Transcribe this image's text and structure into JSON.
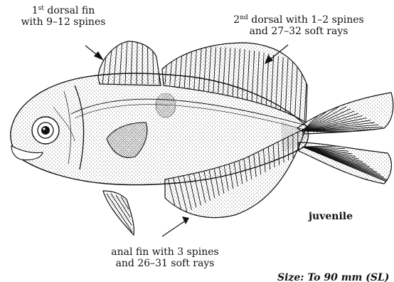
{
  "labels": {
    "first_dorsal": {
      "ordinal_num": "1",
      "ordinal_suffix": "st",
      "line1_rest": " dorsal fin",
      "line2": "with 9–12 spines"
    },
    "second_dorsal": {
      "ordinal_num": "2",
      "ordinal_suffix": "nd",
      "line1_rest": " dorsal with 1–2 spines",
      "line2": "and 27–32 soft rays"
    },
    "anal_fin": {
      "line1": "anal fin with 3 spines",
      "line2": "and 26–31 soft  rays"
    },
    "stage": "juvenile",
    "size_caption": "Size: To 90 mm (SL)"
  },
  "colors": {
    "ink": "#111111",
    "stipple": "#2a2a2a",
    "spot": "#555555"
  }
}
